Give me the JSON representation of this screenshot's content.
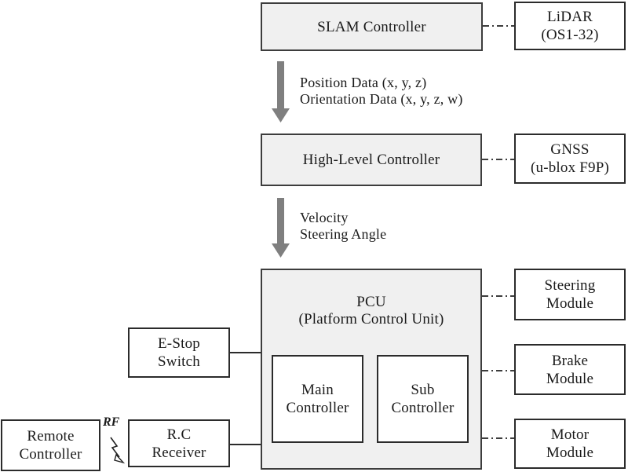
{
  "diagram": {
    "title_hint": "platform control system block diagram",
    "boxes": {
      "slam": {
        "label": "SLAM Controller"
      },
      "lidar": {
        "line1": "LiDAR",
        "line2": "(OS1-32)"
      },
      "high_level": {
        "label": "High-Level Controller"
      },
      "gnss": {
        "line1": "GNSS",
        "line2": "(u-blox F9P)"
      },
      "pcu": {
        "line1": "PCU",
        "line2": "(Platform Control Unit)"
      },
      "main_controller": {
        "line1": "Main",
        "line2": "Controller"
      },
      "sub_controller": {
        "line1": "Sub",
        "line2": "Controller"
      },
      "steering_module": {
        "line1": "Steering",
        "line2": "Module"
      },
      "brake_module": {
        "line1": "Brake",
        "line2": "Module"
      },
      "motor_module": {
        "line1": "Motor",
        "line2": "Module"
      },
      "estop_switch": {
        "line1": "E-Stop",
        "line2": "Switch"
      },
      "rc_receiver": {
        "line1": "R.C",
        "line2": "Receiver"
      },
      "remote_controller": {
        "line1": "Remote",
        "line2": "Controller"
      }
    },
    "flow_labels": {
      "slam_to_hlc": {
        "line1": "Position Data (x, y, z)",
        "line2": "Orientation Data (x, y, z, w)"
      },
      "hlc_to_pcu": {
        "line1": "Velocity",
        "line2": "Steering Angle"
      }
    },
    "rf_link_label": "RF",
    "colors": {
      "background": "#ffffff",
      "gray_box_fill": "#f0f0f0",
      "gray_box_border": "#3d3d3d",
      "white_box_border": "#2b2b2b",
      "flow_arrow": "#7f7f7f",
      "connector_line": "#222222",
      "text": "#1a1a1a"
    }
  }
}
